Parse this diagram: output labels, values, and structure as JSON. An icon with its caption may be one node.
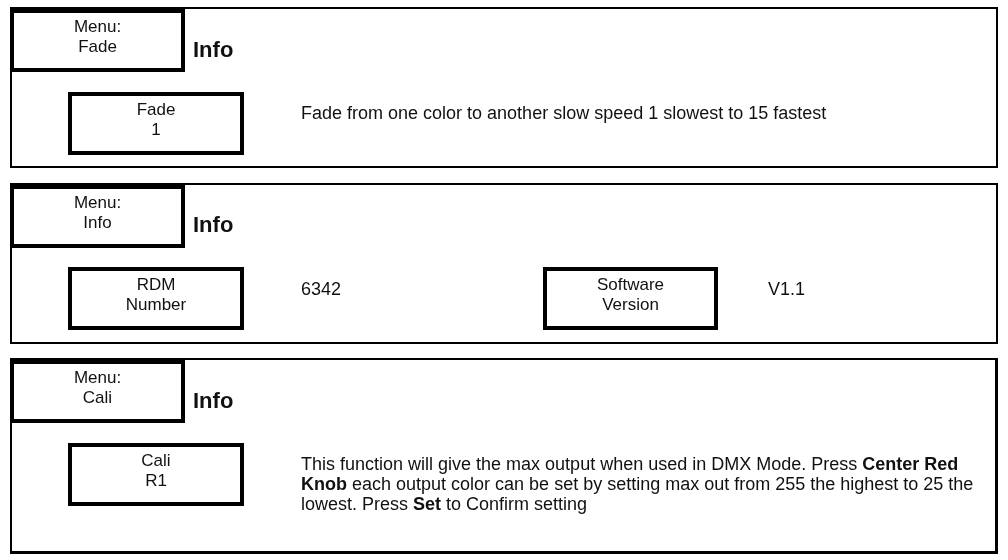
{
  "diagram": {
    "nodes": [
      {
        "text": [
          "Info"
        ]
      },
      {
        "text": [
          "Menu: Fade"
        ],
        "in": 0
      },
      {
        "text": [
          "Fade 1"
        ],
        "in": 0,
        "beside": [
          "Fade from one color to another slow speed 1 slowest to 15 fastest"
        ]
      },
      {
        "text": [
          "Info"
        ]
      },
      {
        "text": [
          "Menu: Info"
        ],
        "in": 3
      },
      {
        "text": [
          "RDM Number"
        ],
        "in": 3,
        "beside": [
          "6342"
        ]
      },
      {
        "text": [
          "Software Version"
        ],
        "in": 3,
        "beside": [
          "V1.1"
        ]
      },
      {
        "text": [
          "Info"
        ]
      },
      {
        "text": [
          "Menu: Cali"
        ],
        "in": 7
      },
      {
        "text": [
          "Cali R1"
        ],
        "in": 7,
        "beside": [
          "This function will give the max output when used in DMX Mode. Press **Center Red Knob** each output color can be set by setting max out from 255 the highest to 25 the lowest. Press **Set** to Confirm setting"
        ]
      }
    ]
  }
}
